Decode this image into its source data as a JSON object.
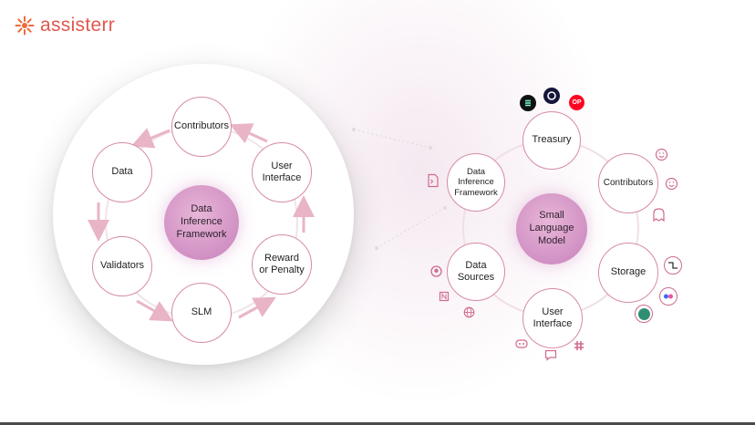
{
  "brand": {
    "name": "assisterr",
    "color": "#e0584f"
  },
  "left_cycle": {
    "center": "Data\nInference\nFramework",
    "nodes": {
      "contributors": "Contributors",
      "user_interface": "User\nInterface",
      "reward": "Reward\nor Penalty",
      "slm": "SLM",
      "validators": "Validators",
      "data": "Data"
    }
  },
  "right_hub": {
    "center": "Small\nLanguage\nModel",
    "nodes": {
      "treasury": "Treasury",
      "contributors": "Contributors",
      "storage": "Storage",
      "user_interface": "User\nInterface",
      "data_sources": "Data\nSources",
      "dif": "Data\nInference\nFramework"
    },
    "icons": {
      "treasury": [
        "solana-icon",
        "circle-logo-icon",
        "op-icon"
      ],
      "contributors": [
        "smile-face-icon",
        "smile-face-icon",
        "ghost-icon"
      ],
      "storage": [
        "storage-logo-icon",
        "dots-logo-icon",
        "ipfs-icon"
      ],
      "user_interface": [
        "discord-icon",
        "chat-icon",
        "slack-icon"
      ],
      "data_sources": [
        "github-icon",
        "notion-icon",
        "globe-icon"
      ],
      "dif": [
        "terminal-icon"
      ]
    },
    "op_label": "OP"
  },
  "colors": {
    "accent": "#d68aa6",
    "center": "#cf8ec2"
  }
}
